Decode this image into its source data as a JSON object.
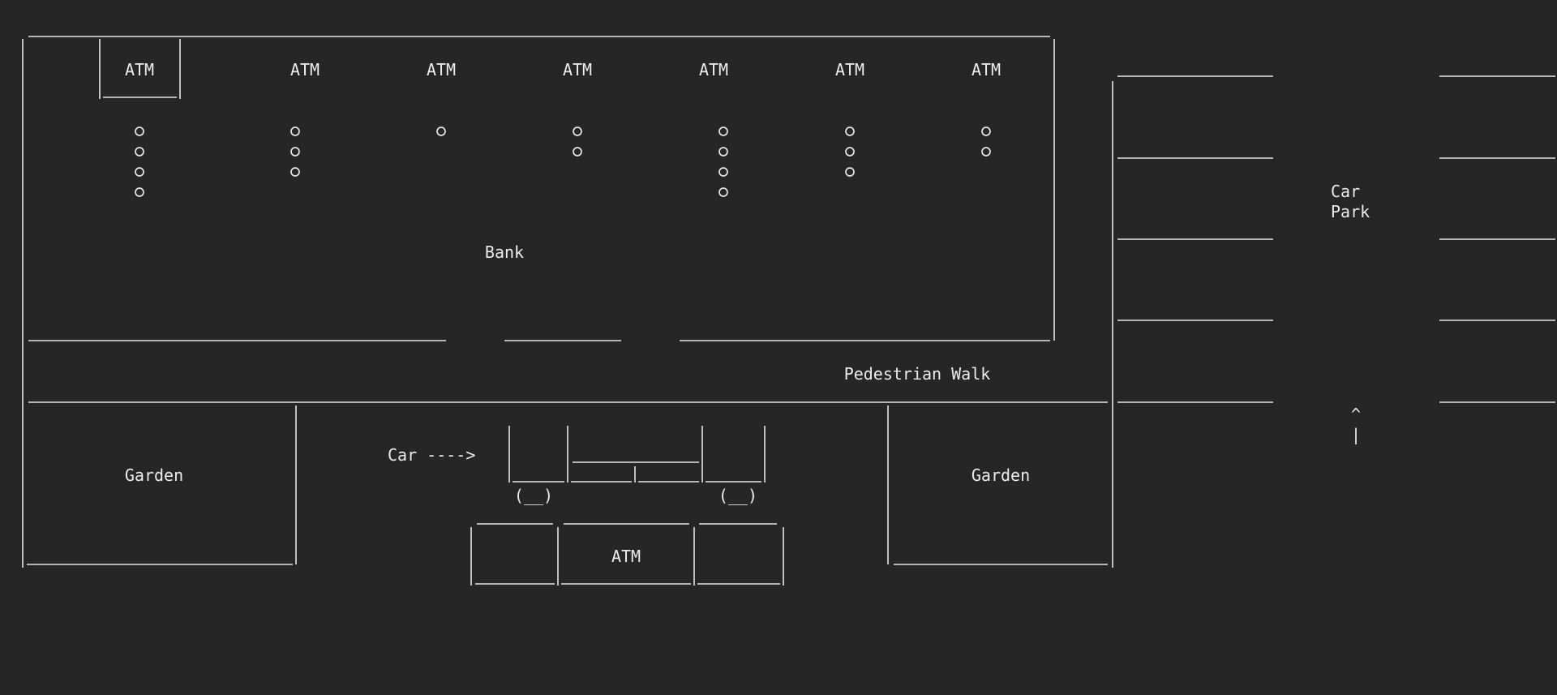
{
  "colors": {
    "background": "#262626",
    "ink": "#e6e6e6"
  },
  "labels": {
    "atm": "ATM",
    "bank": "Bank",
    "pedestrian_walk": "Pedestrian Walk",
    "garden": "Garden",
    "car_park_line1": "Car",
    "car_park_line2": "Park",
    "car_arrow": "Car ---->",
    "wheel": "(__)",
    "entrance_arrow_head": "^",
    "entrance_arrow_shaft": "|"
  },
  "atm_queues": [
    {
      "atm": "ATM",
      "queue_length": 4
    },
    {
      "atm": "ATM",
      "queue_length": 3
    },
    {
      "atm": "ATM",
      "queue_length": 1
    },
    {
      "atm": "ATM",
      "queue_length": 2
    },
    {
      "atm": "ATM",
      "queue_length": 4
    },
    {
      "atm": "ATM",
      "queue_length": 3
    },
    {
      "atm": "ATM",
      "queue_length": 2
    }
  ],
  "drive_through_atm": "ATM"
}
